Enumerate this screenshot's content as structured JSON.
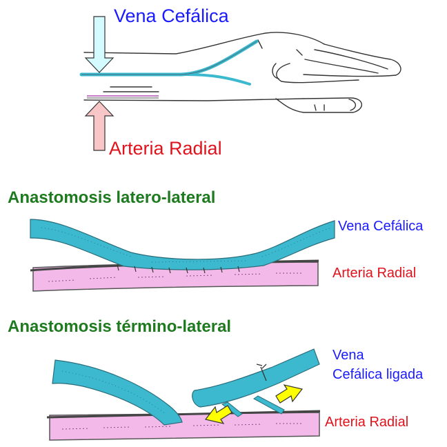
{
  "top": {
    "vein_label": "Vena Cefálica",
    "artery_label": "Arteria Radial"
  },
  "latero": {
    "heading": "Anastomosis latero-lateral",
    "vein_label": "Vena Cefálica",
    "artery_label": "Arteria Radial"
  },
  "termino": {
    "heading": "Anastomosis término-lateral",
    "vein_label_line1": "Vena",
    "vein_label_line2": "Cefálica ligada",
    "artery_label": "Arteria Radial"
  },
  "colors": {
    "vein": "#3cb8cf",
    "artery": "#f3b9e8",
    "vein_text": "#1a1aff",
    "artery_text": "#e0131d",
    "heading_text": "#1e7a1e",
    "down_arrow": "#d4fbff",
    "up_arrow": "#f8c6c6",
    "yellow_arrow": "#ffff00"
  }
}
